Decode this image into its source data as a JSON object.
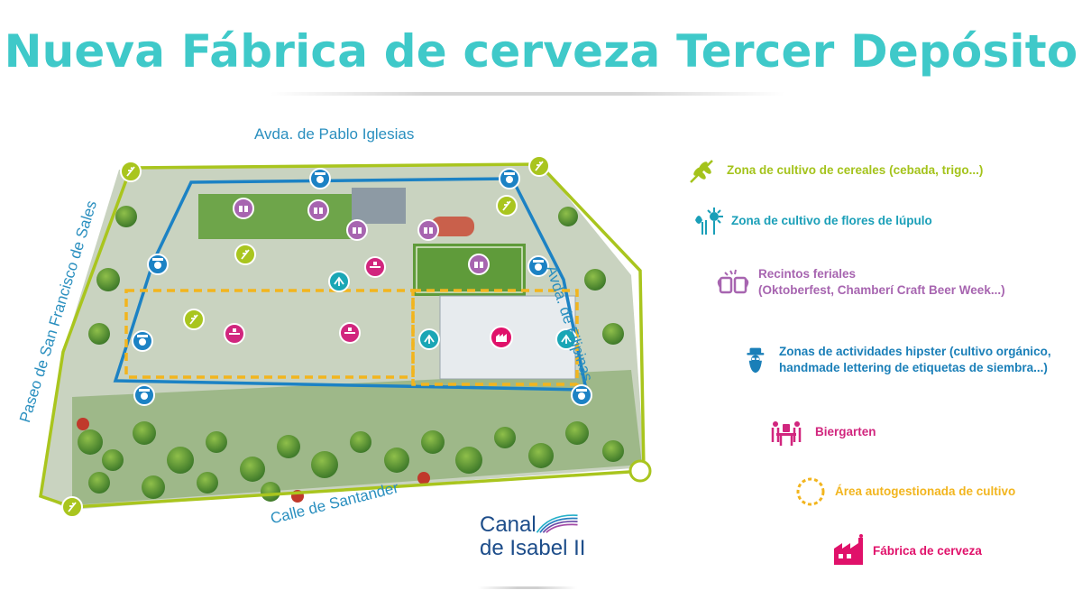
{
  "title": "Nueva Fábrica de cerveza Tercer Depósito",
  "streets": {
    "north": "Avda. de Pablo Iglesias",
    "east": "Avda. de Filipinas",
    "west": "Paseo de San Francisco de Sales",
    "south": "Calle de Santander"
  },
  "legend": [
    {
      "icon": "wheat-icon",
      "color": "#a4c31b",
      "line1": "Zona de cultivo de cereales (cebada, trigo...)",
      "line2": ""
    },
    {
      "icon": "hop-flower-icon",
      "color": "#1a9fb8",
      "line1": "Zona de cultivo de flores de lúpulo",
      "line2": ""
    },
    {
      "icon": "beer-mugs-icon",
      "color": "#a765b0",
      "line1": "Recintos feriales",
      "line2": "(Oktoberfest, Chamberí Craft Beer Week...)"
    },
    {
      "icon": "hipster-icon",
      "color": "#1a7fb8",
      "line1": "Zonas de actividades hipster (cultivo orgánico,",
      "line2": "handmade lettering de etiquetas de siembra...)"
    },
    {
      "icon": "beer-garden-icon",
      "color": "#d1267e",
      "line1": "Biergarten",
      "line2": ""
    },
    {
      "icon": "dashed-circle-icon",
      "color": "#f2b51e",
      "line1": "Área autogestionada de cultivo",
      "line2": ""
    },
    {
      "icon": "factory-icon",
      "color": "#e0116a",
      "line1": "Fábrica de cerveza",
      "line2": ""
    }
  ],
  "logo": {
    "line1": "Canal",
    "line2": "de Isabel II"
  }
}
